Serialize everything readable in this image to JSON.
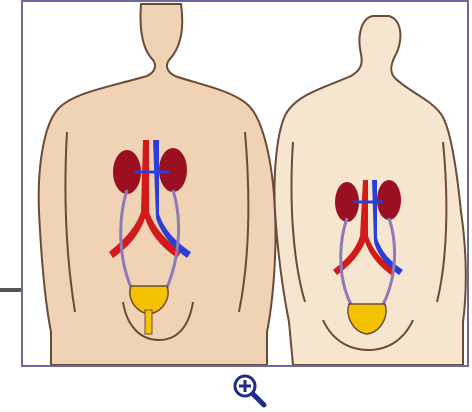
{
  "figure": {
    "subject": "urinary-system-back-view",
    "figures": [
      "male-back",
      "female-back"
    ]
  },
  "zoom": {
    "icon": "zoom-in-icon"
  },
  "colors": {
    "frame": "#6b6b9a",
    "skin_left": "#f0d3b4",
    "skin_right": "#f6e5cf",
    "outline": "#6b4a3a",
    "kidney": "#9a1020",
    "artery": "#d21a1a",
    "vein": "#2a3fd8",
    "ureter": "#8f7ab8",
    "bladder": "#f4c200",
    "zoom": "#1e2a8c"
  }
}
